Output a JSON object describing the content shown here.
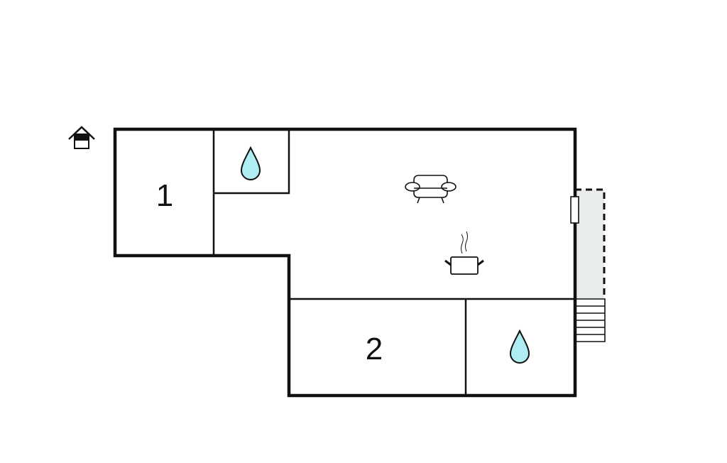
{
  "floorplan": {
    "rooms": [
      {
        "label": "1",
        "type": "bedroom"
      },
      {
        "label": "2",
        "type": "bedroom"
      }
    ],
    "icons": [
      "entrance-icon",
      "bathroom-drop-icon",
      "sofa-icon",
      "cooking-pot-icon",
      "bathroom-drop-icon",
      "terrace",
      "stairs",
      "window"
    ],
    "colors": {
      "wall": "#111111",
      "water": "#aeeef2",
      "terrace": "#e9ecec"
    }
  }
}
